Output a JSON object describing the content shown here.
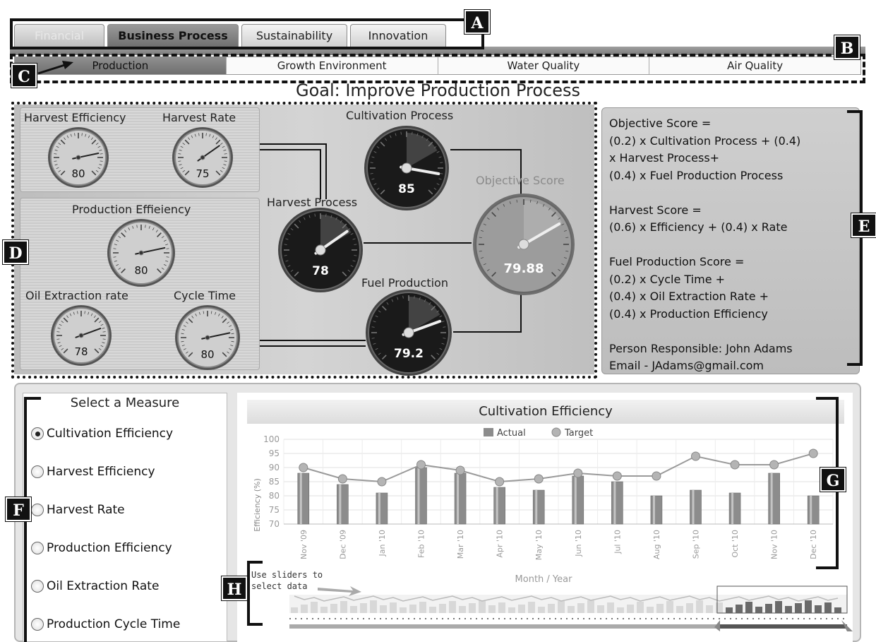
{
  "tabs": [
    {
      "label": "Financial",
      "state": "faded"
    },
    {
      "label": "Business Process",
      "state": "active"
    },
    {
      "label": "Sustainability",
      "state": "normal"
    },
    {
      "label": "Innovation",
      "state": "normal"
    }
  ],
  "subtabs": [
    {
      "label": "Production",
      "active": true
    },
    {
      "label": "Growth Environment",
      "active": false
    },
    {
      "label": "Water Quality",
      "active": false
    },
    {
      "label": "Air Quality",
      "active": false
    }
  ],
  "goal": "Goal: Improve Production Process",
  "gauges": {
    "harvest_efficiency": {
      "label": "Harvest Efficiency",
      "value": "80"
    },
    "harvest_rate": {
      "label": "Harvest Rate",
      "value": "75"
    },
    "production_efficiency": {
      "label": "Production Effieiency",
      "value": "80"
    },
    "oil_extraction_rate": {
      "label": "Oil Extraction rate",
      "value": "78"
    },
    "cycle_time": {
      "label": "Cycle Time",
      "value": "80"
    },
    "cultivation_process": {
      "label": "Cultivation Process",
      "value": "85"
    },
    "harvest_process": {
      "label": "Harvest Process",
      "value": "78"
    },
    "fuel_production": {
      "label": "Fuel Production",
      "value": "79.2"
    },
    "objective_score": {
      "label": "Objective Score",
      "value": "79.88"
    }
  },
  "formulas": [
    "Objective Score =",
    "(0.2) x Cultivation Process + (0.4)",
    "x Harvest Process+",
    "(0.4) x Fuel Production Process",
    "",
    "Harvest Score =",
    "(0.6) x Efficiency + (0.4) x Rate",
    "",
    "Fuel Production Score =",
    "(0.2) x Cycle Time +",
    "(0.4) x Oil Extraction Rate +",
    "(0.4) x Production  Efficiency",
    "",
    "Person Responsible: John Adams",
    "Email - JAdams@gmail.com"
  ],
  "measures": {
    "title": "Select a Measure",
    "items": [
      {
        "label": "Cultivation Efficiency",
        "selected": true
      },
      {
        "label": "Harvest Efficiency",
        "selected": false
      },
      {
        "label": "Harvest Rate",
        "selected": false
      },
      {
        "label": "Production Efficiency",
        "selected": false
      },
      {
        "label": "Oil Extraction Rate",
        "selected": false
      },
      {
        "label": "Production Cycle Time",
        "selected": false
      }
    ]
  },
  "slider_hint": [
    "Use sliders to",
    "select data"
  ],
  "callout_letters": [
    "A",
    "B",
    "C",
    "D",
    "E",
    "F",
    "G",
    "H"
  ],
  "chart_data": {
    "type": "bar",
    "title": "Cultivation Efficiency",
    "xlabel": "Month / Year",
    "ylabel": "Efficiency (%)",
    "ylim": [
      70,
      100
    ],
    "yticks": [
      70,
      75,
      80,
      85,
      90,
      95,
      100
    ],
    "legend": [
      "Actual",
      "Target"
    ],
    "categories": [
      "Nov '09",
      "Dec '09",
      "Jan '10",
      "Feb '10",
      "Mar '10",
      "Apr '10",
      "May '10",
      "Jun '10",
      "Jul '10",
      "Aug '10",
      "Sep '10",
      "Oct '10",
      "Nov '10",
      "Dec '10"
    ],
    "series": [
      {
        "name": "Actual",
        "kind": "bar",
        "values": [
          88,
          84,
          81,
          90,
          88,
          83,
          82,
          87,
          85,
          80,
          82,
          81,
          88,
          80
        ]
      },
      {
        "name": "Target",
        "kind": "line",
        "values": [
          90,
          86,
          85,
          91,
          89,
          85,
          86,
          88,
          87,
          87,
          94,
          91,
          91,
          95
        ]
      }
    ],
    "colors": {
      "bar": "#8c8c8c",
      "line": "#9a9a9a",
      "marker": "#b4b4b4"
    }
  }
}
